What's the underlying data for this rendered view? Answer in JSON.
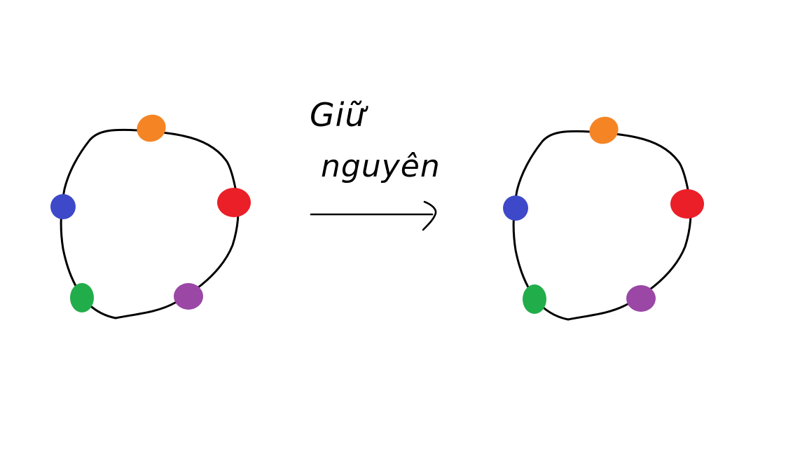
{
  "label": {
    "line1": "Giữ",
    "line2": "nguyên"
  },
  "colors": {
    "orange": "#f58524",
    "red": "#ea1f28",
    "blue": "#3d49c9",
    "green": "#22ad4b",
    "purple": "#9a47a6",
    "stroke": "#000000",
    "background": "#ffffff"
  },
  "rings": [
    {
      "name": "left-ring",
      "beads": [
        "orange",
        "red",
        "purple",
        "green",
        "blue"
      ]
    },
    {
      "name": "right-ring",
      "beads": [
        "orange",
        "red",
        "purple",
        "green",
        "blue"
      ]
    }
  ]
}
